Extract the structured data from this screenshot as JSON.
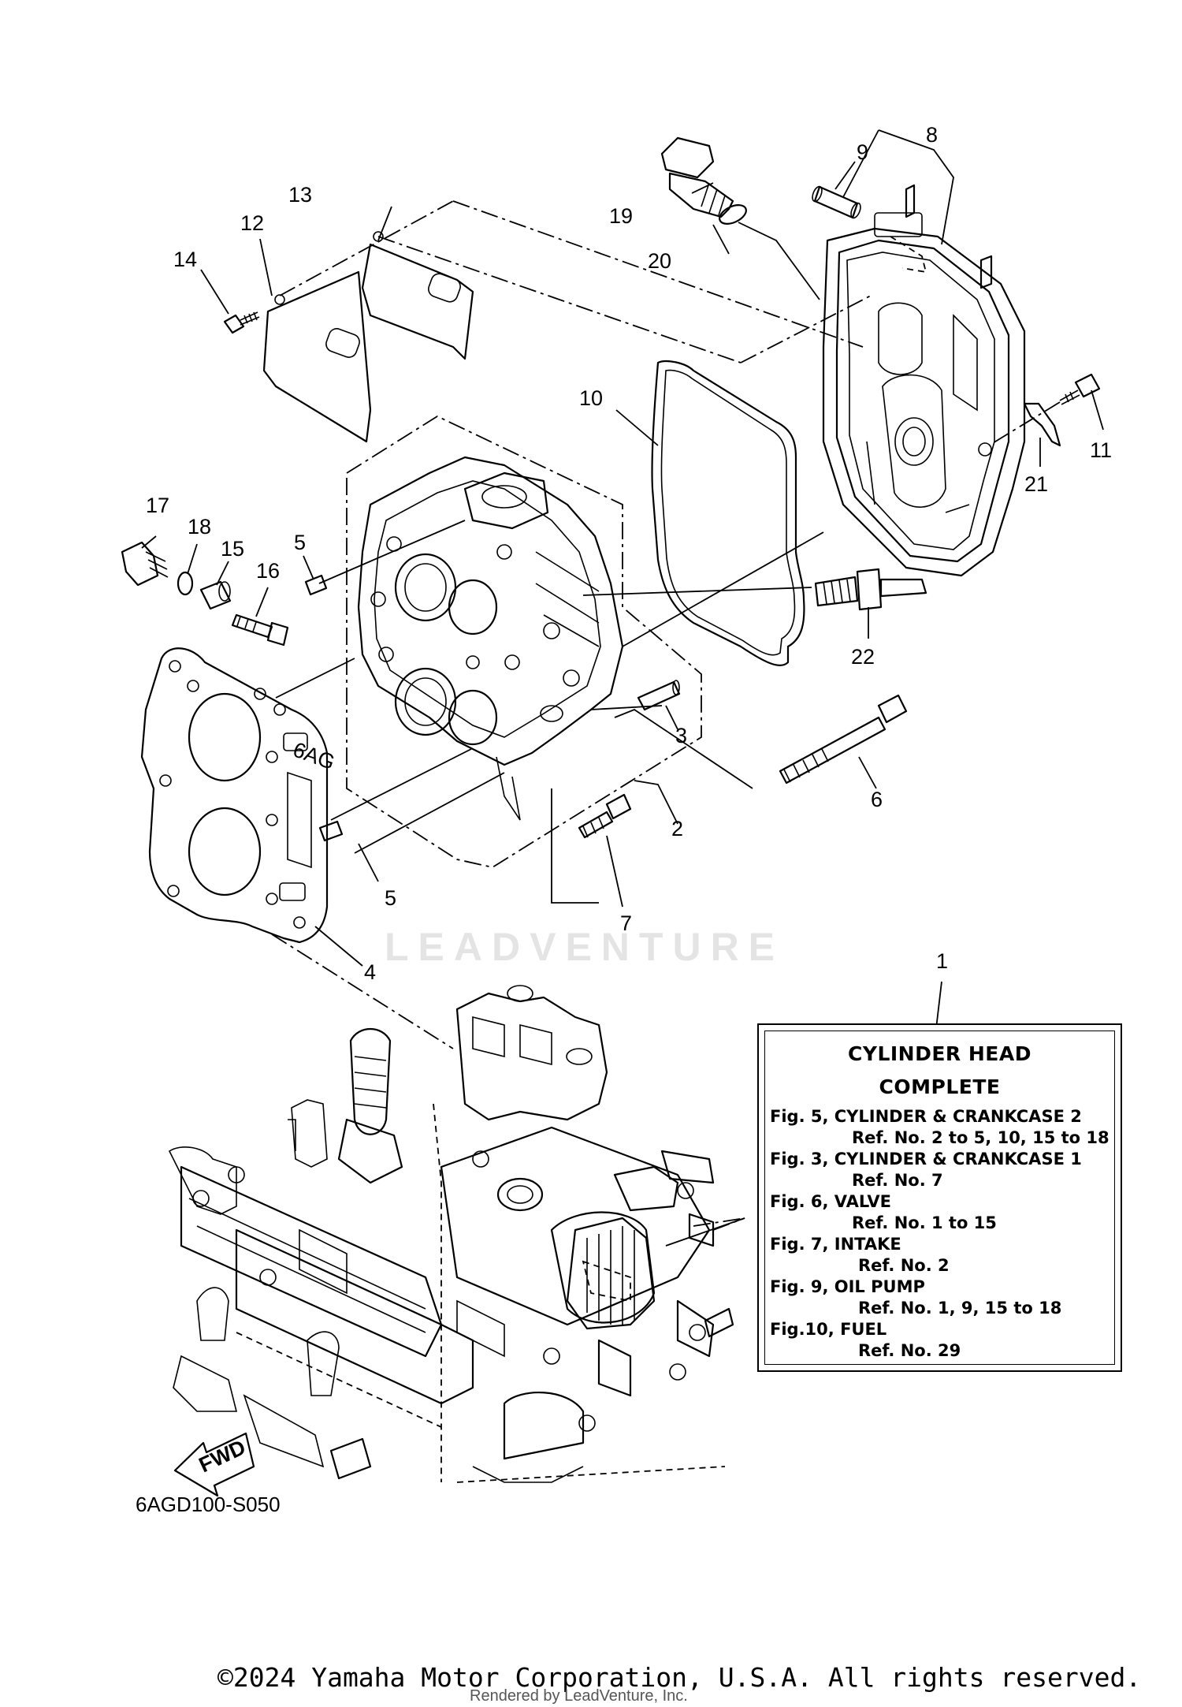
{
  "callouts": [
    "1",
    "2",
    "3",
    "4",
    "5",
    "5",
    "6",
    "7",
    "8",
    "9",
    "10",
    "11",
    "12",
    "13",
    "14",
    "15",
    "16",
    "17",
    "18",
    "19",
    "20",
    "21",
    "22"
  ],
  "fwd_label": "FWD",
  "diagram_code": "6AGD100-S050",
  "watermark": "LEADVENTURE",
  "ref_box": {
    "title_1": "CYLINDER HEAD",
    "title_2": "COMPLETE",
    "lines": [
      {
        "fig": "Fig. 5, CYLINDER & CRANKCASE 2",
        "ref": "Ref. No. 2 to 5, 10, 15 to 18"
      },
      {
        "fig": "Fig. 3, CYLINDER & CRANKCASE 1",
        "ref": "Ref. No. 7"
      },
      {
        "fig": "Fig. 6, VALVE",
        "ref": "Ref. No. 1 to 15"
      },
      {
        "fig": "Fig. 7, INTAKE",
        "ref": "Ref. No. 2"
      },
      {
        "fig": "Fig. 9, OIL PUMP",
        "ref": "Ref. No. 1, 9, 15 to 18"
      },
      {
        "fig": "Fig.10, FUEL",
        "ref": "Ref. No. 29"
      }
    ]
  },
  "copyright": "©2024 Yamaha Motor Corporation, U.S.A. All rights reserved.",
  "rendered_by": "Rendered by LeadVenture, Inc."
}
